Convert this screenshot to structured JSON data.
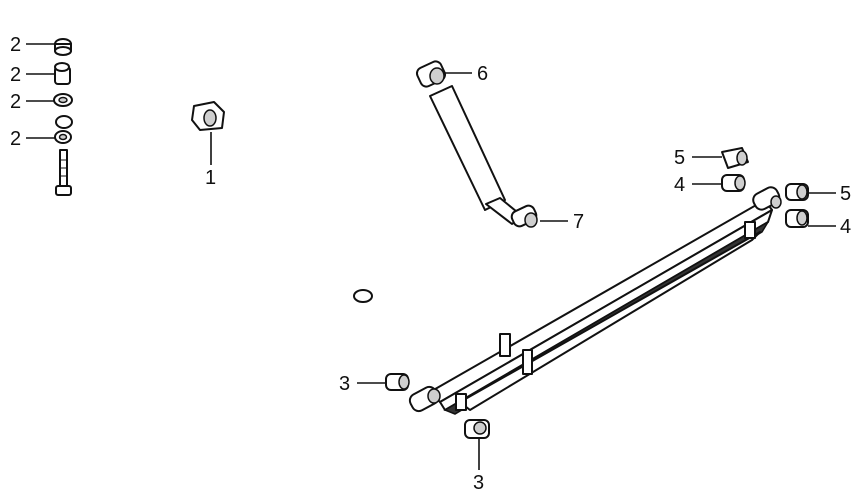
{
  "callouts": {
    "c1": "1",
    "c2a": "2",
    "c2b": "2",
    "c2c": "2",
    "c2d": "2",
    "c3a": "3",
    "c3b": "3",
    "c4a": "4",
    "c4b": "4",
    "c5a": "5",
    "c5b": "5",
    "c6": "6",
    "c7": "7"
  },
  "colors": {
    "line": "#111111",
    "background": "#ffffff"
  }
}
